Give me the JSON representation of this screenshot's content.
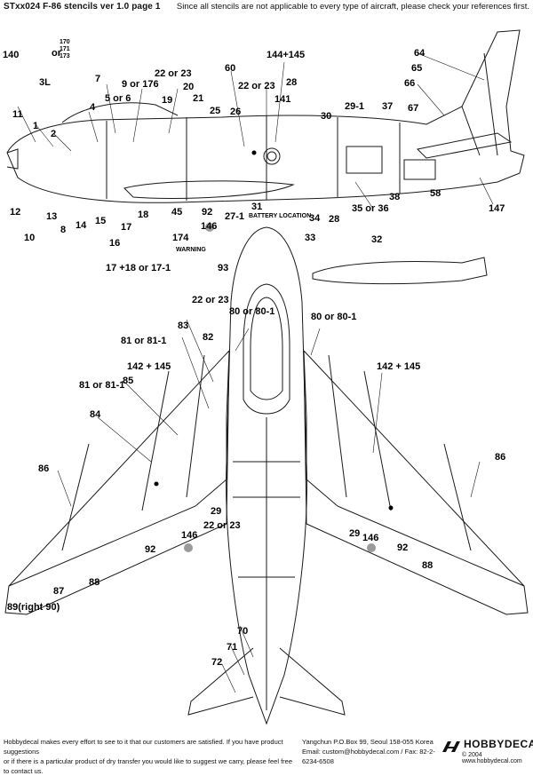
{
  "header": {
    "title": "STxx024 F-86 stencils ver 1.0 page 1",
    "note": "Since all stencils are not applicable to every type of aircraft, please check your references first."
  },
  "callouts": {
    "c140": "140",
    "c170": "170",
    "c171": "171",
    "c173": "173",
    "c_or": "or",
    "c7": "7",
    "c22or23_a": "22 or 23",
    "c9or176": "9 or 176",
    "c60": "60",
    "c144plus145_a": "144+145",
    "c64": "64",
    "c65": "65",
    "c3L": "3L",
    "c20": "20",
    "c22or23_b": "22 or 23",
    "c28_a": "28",
    "c66": "66",
    "c5or6": "5 or 6",
    "c19": "19",
    "c21": "21",
    "c141": "141",
    "c29_1": "29-1",
    "c4": "4",
    "c25": "25",
    "c26": "26",
    "c30": "30",
    "c37": "37",
    "c67": "67",
    "c11": "11",
    "c1": "1",
    "c2": "2",
    "c38": "38",
    "c58": "58",
    "c147": "147",
    "c12": "12",
    "c13": "13",
    "c8": "8",
    "c14": "14",
    "c15": "15",
    "c17_a": "17",
    "c18": "18",
    "c45": "45",
    "c92_a": "92",
    "c31": "31",
    "c27_1": "27-1",
    "c34": "34",
    "c28_b": "28",
    "c35or36": "35 or 36",
    "c10": "10",
    "c16": "16",
    "c174": "174",
    "c146_a": "146",
    "c33": "33",
    "c32": "32",
    "c17plus": "17 +18 or 17-1",
    "c93": "93",
    "c22or23_c": "22 or 23",
    "c80or80_1_a": "80 or 80-1",
    "c80or80_1_b": "80 or 80-1",
    "c83": "83",
    "c81or81_1_a": "81 or 81-1",
    "c82": "82",
    "c142plus145_a": "142 + 145",
    "c142plus145_b": "142 + 145",
    "c85": "85",
    "c81or81_1_b": "81 or 81-1",
    "c84": "84",
    "c86_a": "86",
    "c86_b": "86",
    "c29_a": "29",
    "c22or23_d": "22 or 23",
    "c29_b": "29",
    "c146_b": "146",
    "c146_c": "146",
    "c92_b": "92",
    "c92_c": "92",
    "c88_a": "88",
    "c88_b": "88",
    "c87": "87",
    "c89right90": "89(right 90)",
    "c70": "70",
    "c71": "71",
    "c72": "72",
    "battery": "BATTERY LOCATION",
    "warning": "WARNING"
  },
  "footer": {
    "left_line1": "Hobbydecal makes every effort to see to it that our customers are satisfied. If you have product suggestions",
    "left_line2": "or if there is a particular product of dry transfer you would like to suggest we carry, please feel free to contact us.",
    "mid_line1": "Yangchun P.O.Box 99, Seoul 158-055 Korea",
    "mid_line2": "Email: custom@hobbydecal.com / Fax: 82-2-6234-6508",
    "brand": "HOBBYDECAL",
    "copyright": "© 2004 www.hobbydecal.com"
  },
  "colors": {
    "line": "#1a1a1a",
    "dot_grey": "#9a9a9a",
    "text": "#000000"
  }
}
